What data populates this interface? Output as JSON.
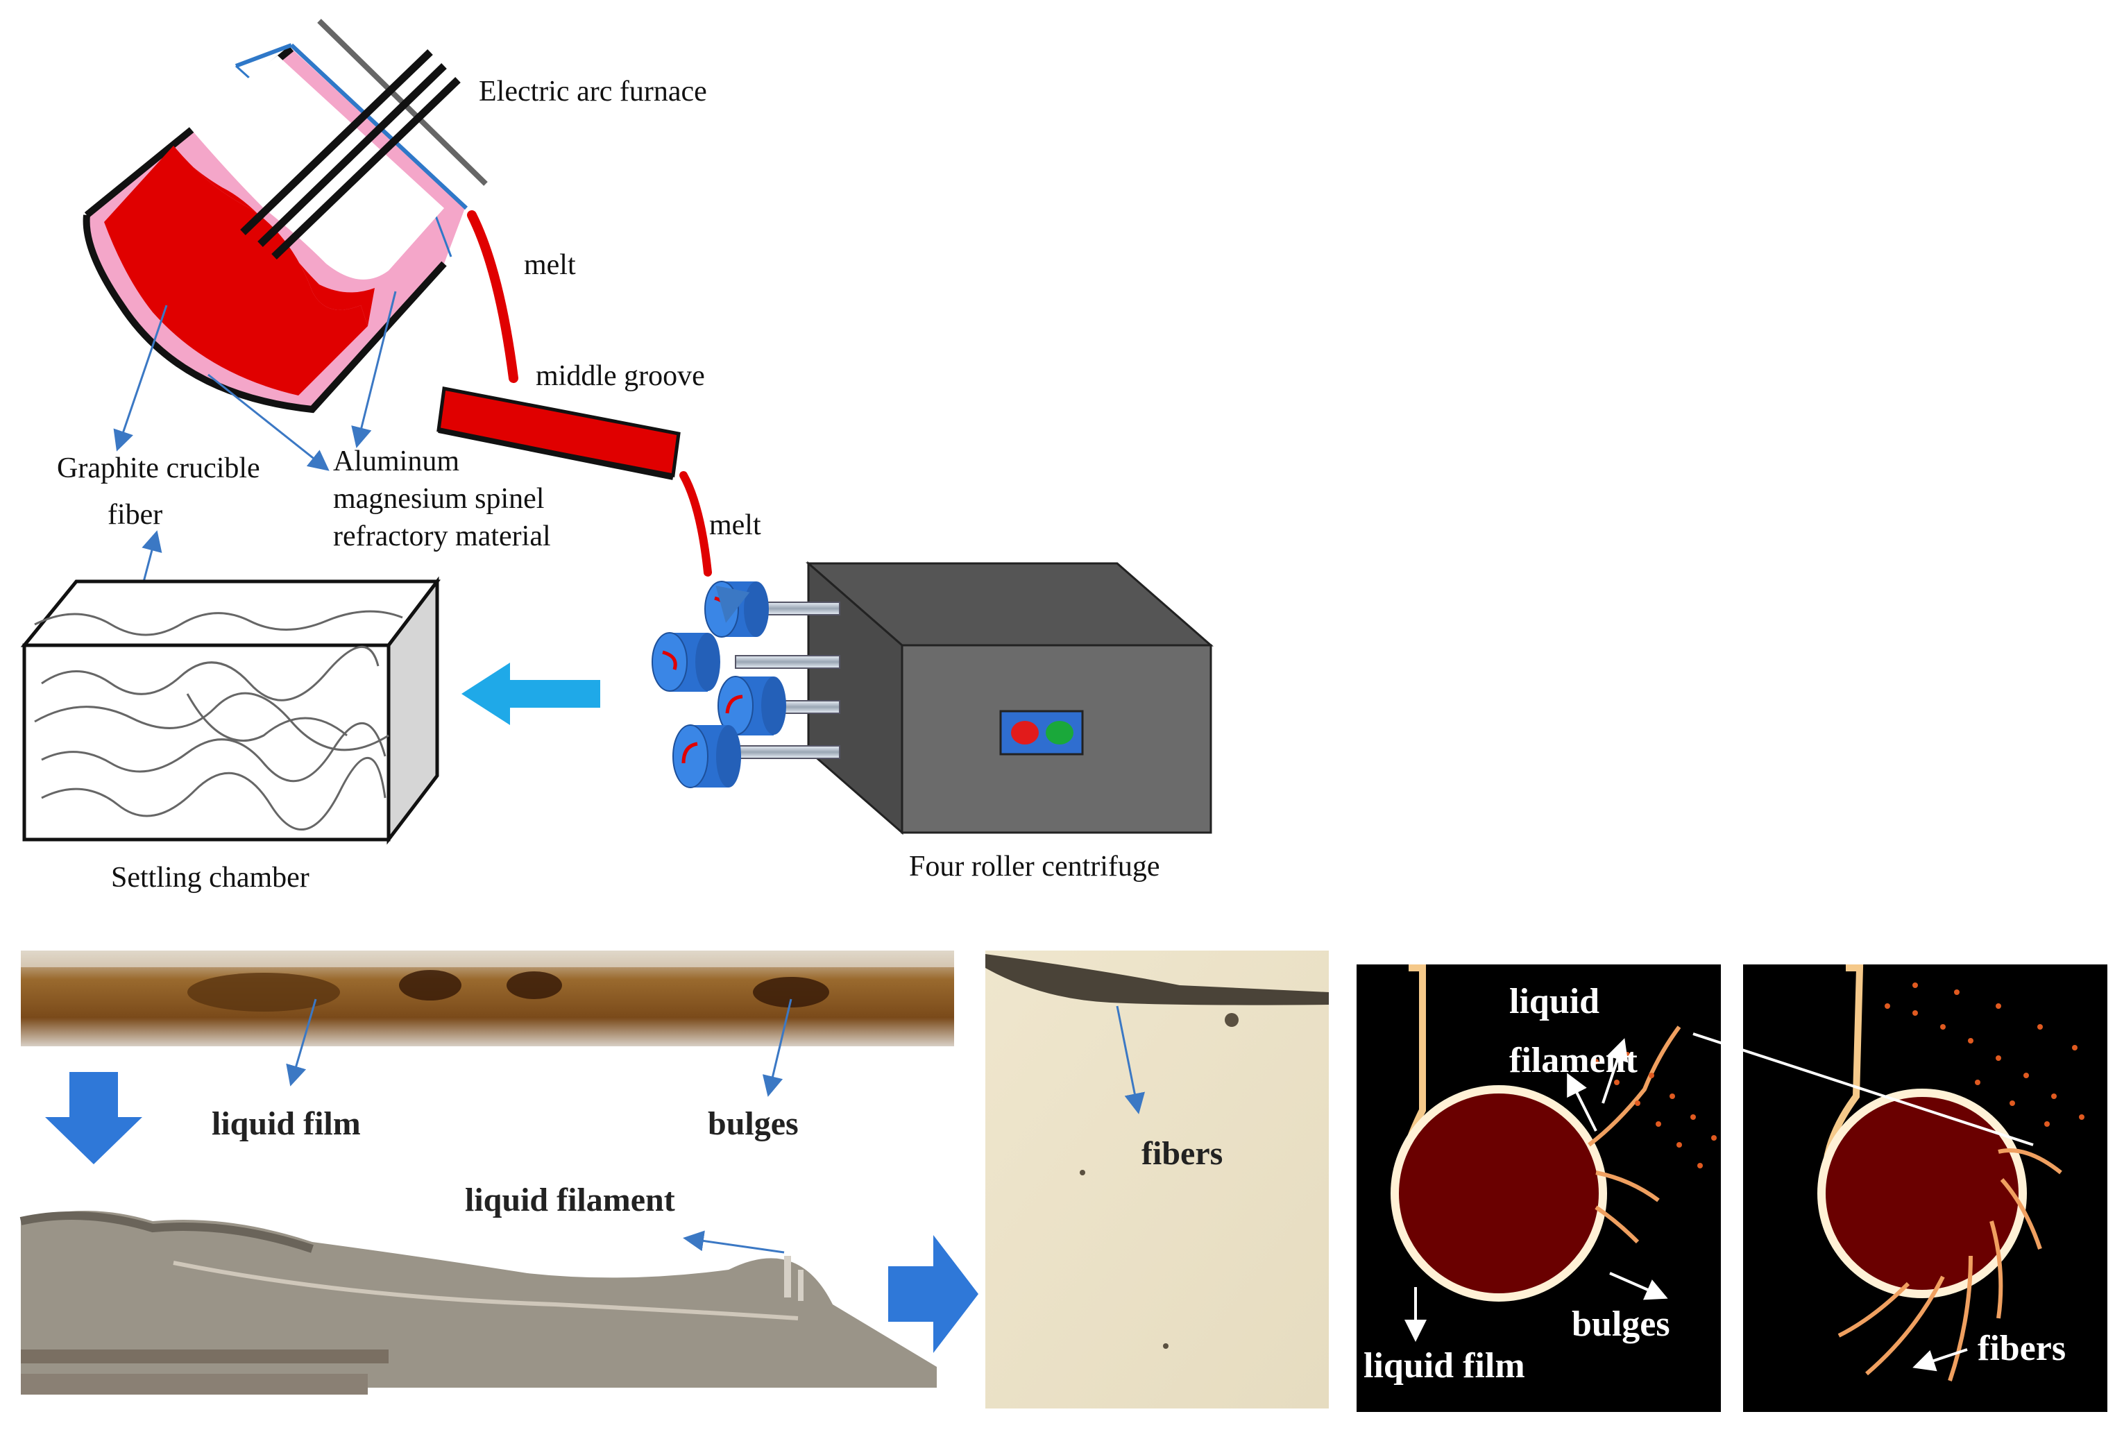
{
  "labels": {
    "furnace": "Electric arc furnace",
    "melt_top": "melt",
    "groove": "middle groove",
    "melt_bottom": "melt",
    "crucible": "Graphite crucible",
    "spinel_1": "Aluminum",
    "spinel_2": "magnesium spinel",
    "spinel_3": "refractory material",
    "fiber": "fiber",
    "settling": "Settling chamber",
    "centrifuge": "Four roller centrifuge"
  },
  "photos": {
    "liquid_film": "liquid film",
    "bulges": "bulges",
    "liquid_filament": "liquid filament",
    "fibers": "fibers"
  },
  "simulation": {
    "liquid": "liquid",
    "filament": "filament",
    "bulges": "bulges",
    "liquid_film": "liquid film",
    "fibers": "fibers"
  },
  "colors": {
    "melt": "#e00000",
    "refractory": "#f4a6c9",
    "roller": "#2a6fd0",
    "arrow": "#1fa9e8",
    "machine": "#6b6b6b",
    "sim_bg": "#000000",
    "sim_roll": "#6a0000"
  }
}
